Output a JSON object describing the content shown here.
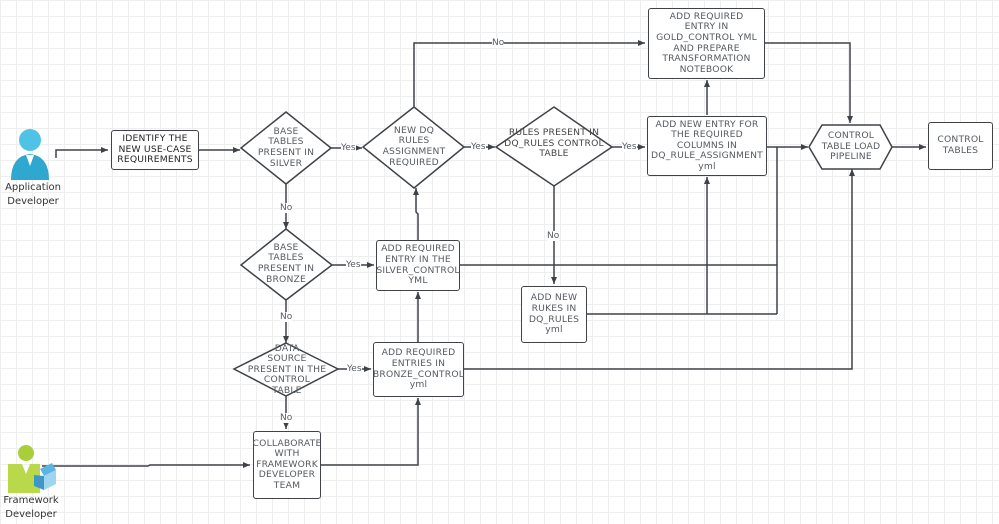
{
  "actors": {
    "app_developer": {
      "label": "Application\nDeveloper",
      "icon": "user-icon",
      "color": "#3cb8dd"
    },
    "framework_developer": {
      "label": "Framework\nDeveloper",
      "icon": "user-cube-icon",
      "color": "#a8cf3a"
    }
  },
  "nodes": {
    "identify": "IDENTIFY THE\nNEW USE-CASE\nREQUIREMENTS",
    "base_silver": "BASE\nTABLES\nPRESENT IN\nSILVER",
    "new_dq": "NEW DQ\nRULES\nASSIGNMENT\nREQUIRED",
    "rules_present": "RULES PRESENT IN\nDQ_RULES CONTROL\nTABLE",
    "gold_control": "ADD REQUIRED\nENTRY IN\nGOLD_CONTROL YML\nAND PREPARE\nTRANSFORMATION\nNOTEBOOK",
    "dq_rule_assignment": "ADD NEW ENTRY FOR\nTHE REQUIRED\nCOLUMNS IN\nDQ_RULE_ASSIGNMENT\nyml",
    "pipeline": "CONTROL\nTABLE LOAD\nPIPELINE",
    "control_tables": "CONTROL\nTABLES",
    "base_bronze": "BASE\nTABLES\nPRESENT IN\nBRONZE",
    "silver_control": "ADD REQUIRED\nENTRY IN THE\nSILVER_CONTROL\nYML",
    "add_rules": "ADD NEW\nRUKES IN\nDQ_RULES\nyml",
    "data_source": "DATA\nSOURCE\nPRESENT IN THE\nCONTROL\nTABLE",
    "bronze_control": "ADD REQUIRED\nENTRIES IN\nBRONZE_CONTROL\nyml",
    "collaborate": "COLLABORATE\nWITH\nFRAMEWORK\nDEVELOPER\nTEAM"
  },
  "edge_labels": {
    "silver_yes": "Yes",
    "silver_no": "No",
    "dq_yes": "Yes",
    "dq_no": "No",
    "rules_yes": "Yes",
    "rules_no": "No",
    "bronze_yes": "Yes",
    "bronze_no": "No",
    "source_yes": "Yes",
    "source_no": "No"
  },
  "colors": {
    "line": "#3f4348",
    "text": "#555a60",
    "grid": "#eeeeee"
  }
}
